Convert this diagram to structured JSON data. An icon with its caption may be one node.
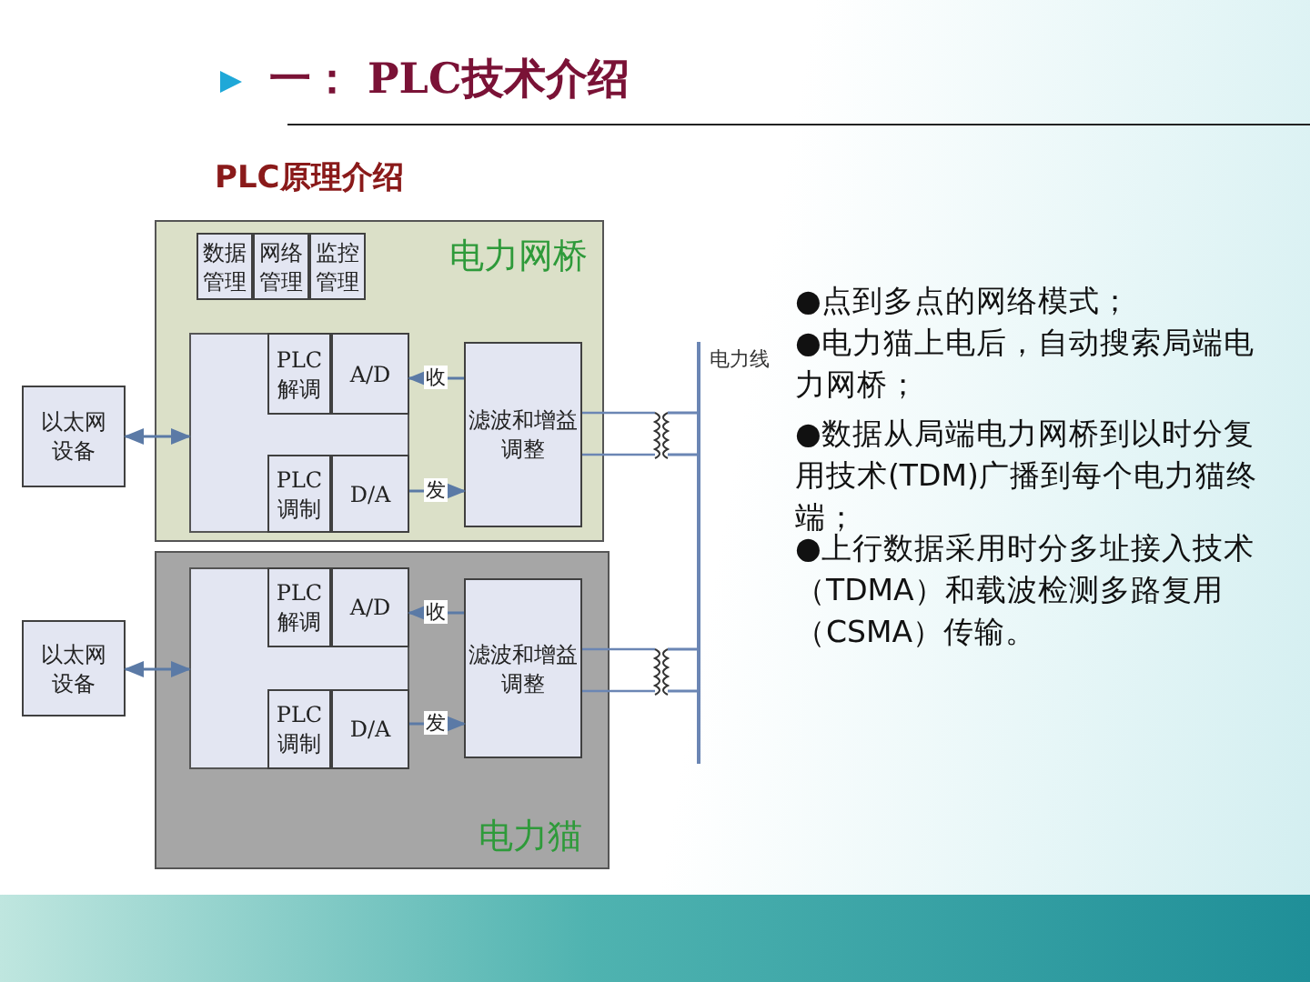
{
  "diagram": {
    "title": "一： PLC技术介绍",
    "nodes": [
      {
        "text": [
          "电力网桥"
        ]
      },
      {
        "text": [
          "数据管理"
        ],
        "in": 0
      },
      {
        "text": [
          "网络管理"
        ],
        "in": 0
      },
      {
        "text": [
          "监控管理"
        ],
        "in": 0
      },
      {
        "text": [],
        "shape": "box",
        "in": 0
      },
      {
        "text": [
          "PLC解调"
        ],
        "in": 4
      },
      {
        "text": [
          "A/D"
        ],
        "in": 4
      },
      {
        "text": [
          "PLC调制"
        ],
        "in": 4
      },
      {
        "text": [
          "D/A"
        ],
        "in": 4
      },
      {
        "text": [
          "滤波和增益调整"
        ],
        "in": 0
      },
      {
        "text": [
          "以太网设备"
        ]
      },
      {
        "text": [
          "电力猫"
        ]
      },
      {
        "text": [],
        "shape": "box",
        "in": 11
      },
      {
        "text": [
          "PLC解调"
        ],
        "in": 12
      },
      {
        "text": [
          "A/D"
        ],
        "in": 12
      },
      {
        "text": [
          "PLC调制"
        ],
        "in": 12
      },
      {
        "text": [
          "D/A"
        ],
        "in": 12
      },
      {
        "text": [
          "滤波和增益调整"
        ],
        "in": 11
      },
      {
        "text": [
          "以太网设备"
        ]
      }
    ],
    "edges": [
      {
        "from": 10,
        "to": 4,
        "arrow": "both"
      },
      {
        "from": 9,
        "to": 6,
        "arrow": "to",
        "label": "收"
      },
      {
        "from": 8,
        "to": 9,
        "arrow": "to",
        "label": "发"
      },
      {
        "from": 18,
        "to": 12,
        "arrow": "both"
      },
      {
        "from": 17,
        "to": 14,
        "arrow": "to",
        "label": "收"
      },
      {
        "from": 16,
        "to": 17,
        "arrow": "to",
        "label": "发"
      }
    ],
    "labels": [
      "PLC原理介绍",
      "电力线",
      "●点到多点的网络模式；",
      "●电力猫上电后，自动搜索局端电力网桥；",
      "●数据从局端电力网桥到以时分复用技术(TDM)广播到每个电力猫终端；",
      "●上行数据采用时分多址接入技术（TDMA）和载波检测多路复用（CSMA）传输。"
    ]
  }
}
